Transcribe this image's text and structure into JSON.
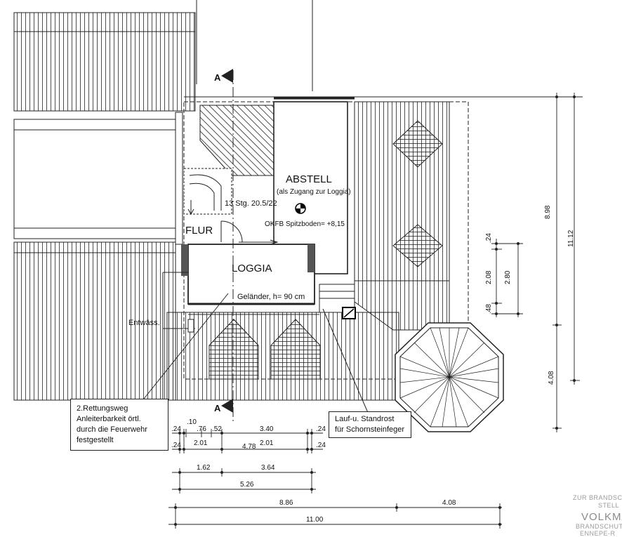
{
  "rooms": {
    "abstell": "ABSTELL",
    "abstell_note": "(als Zugang zur Loggia)",
    "flur": "FLUR",
    "loggia": "LOGGIA"
  },
  "labels": {
    "stairs": "13 Stg. 20.5/22",
    "okfb": "OKFB Spitzboden= +8,15",
    "railing": "Geländer, h= 90 cm",
    "drain": "Entwäss.",
    "section_mark": "A"
  },
  "notes": {
    "rescue": [
      "2.Rettungsweg",
      "Anleiterbarkeit örtl.",
      "durch die Feuerwehr",
      "festgestellt"
    ],
    "roof_grate": [
      "Lauf-u. Standrost",
      "für Schornsteinfeger"
    ]
  },
  "dimensions": {
    "row1": [
      ".24",
      ".10",
      ".76",
      ".52",
      "3.40",
      ".24"
    ],
    "row2": [
      ".24",
      "2.01",
      "4.78",
      "2.01",
      ".24"
    ],
    "row3": [
      "1.62",
      "3.64"
    ],
    "row4": [
      "5.26"
    ],
    "row5": [
      "8.86",
      "4.08"
    ],
    "row6": [
      "11.00"
    ],
    "right_outer": [
      "11.12"
    ],
    "right_mid": [
      "8.98",
      "4.08"
    ],
    "right_inner": [
      ".24",
      "2.08",
      ".48",
      "2.80"
    ]
  },
  "title_block": {
    "line1": "ZUR BRANDSCH",
    "line2": "STELL",
    "line3": "VOLKMA",
    "line4": "BRANDSCHUT",
    "line5": "ENNEPE-R"
  }
}
